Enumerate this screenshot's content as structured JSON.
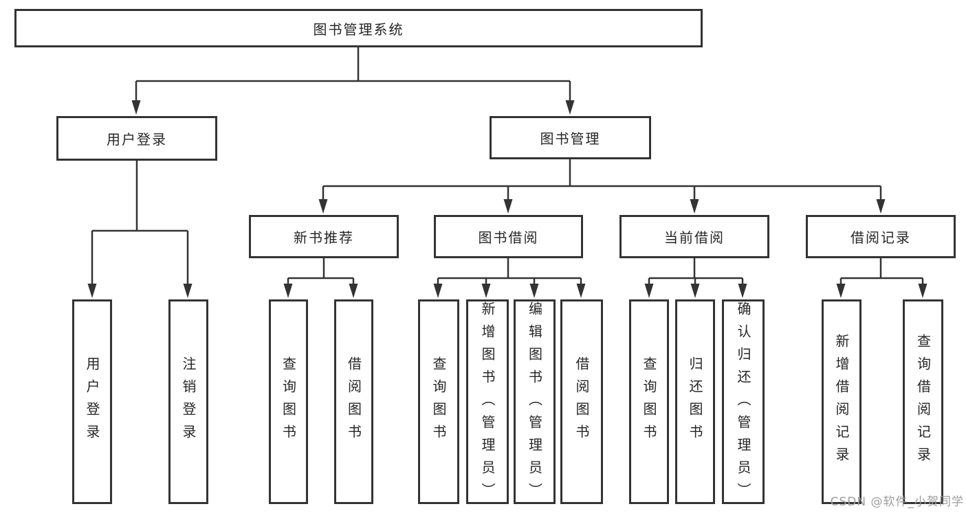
{
  "diagram_type": "functional-structure-tree",
  "tree": {
    "label": "图书管理系统",
    "children": [
      {
        "label": "用户登录",
        "children": [
          {
            "label": "用户登录"
          },
          {
            "label": "注销登录"
          }
        ]
      },
      {
        "label": "图书管理",
        "children": [
          {
            "label": "新书推荐",
            "children": [
              {
                "label": "查询图书"
              },
              {
                "label": "借阅图书"
              }
            ]
          },
          {
            "label": "图书借阅",
            "children": [
              {
                "label": "查询图书"
              },
              {
                "label": "新增图书（管理员）"
              },
              {
                "label": "编辑图书（管理员）"
              },
              {
                "label": "借阅图书"
              }
            ]
          },
          {
            "label": "当前借阅",
            "children": [
              {
                "label": "查询图书"
              },
              {
                "label": "归还图书"
              },
              {
                "label": "确认归还（管理员）"
              }
            ]
          },
          {
            "label": "借阅记录",
            "children": [
              {
                "label": "新增借阅记录"
              },
              {
                "label": "查询借阅记录"
              }
            ]
          }
        ]
      }
    ]
  },
  "watermark": "CSDN @软件_小贺同学",
  "colors": {
    "line": "#333333",
    "box_border": "#333333",
    "box_fill": "#ffffff",
    "text": "#262626",
    "background": "#ffffff",
    "watermark": "#9d9d9d"
  }
}
